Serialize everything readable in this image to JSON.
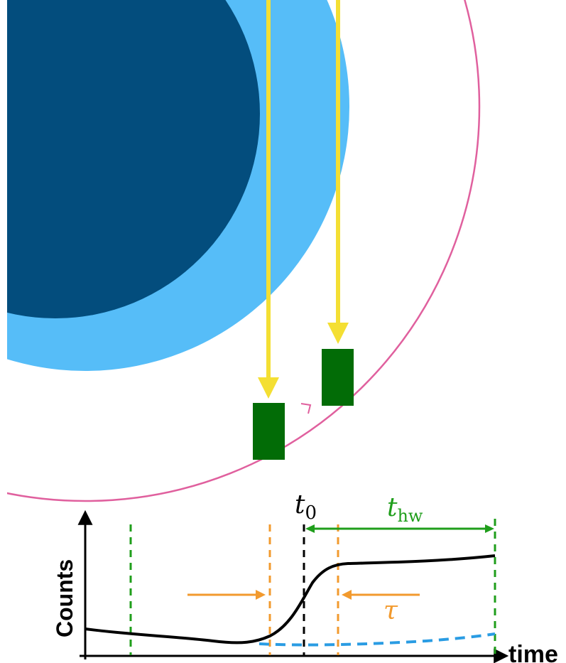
{
  "colors": {
    "core": "#034d7d",
    "envelope": "#56bdf8",
    "orbit": "#e0609e",
    "beam": "#f4df33",
    "detector": "#026c06",
    "curve": "#000000",
    "background_curve": "#2a9ce3",
    "window": "#1f9e1b",
    "tau": "#f29a2e",
    "t0_line": "#000000"
  },
  "labels": {
    "t0_main": "t",
    "t0_sub": "0",
    "thw_main": "t",
    "thw_sub": "hw",
    "tau": "τ",
    "y_axis": "Counts",
    "x_axis": "time"
  }
}
